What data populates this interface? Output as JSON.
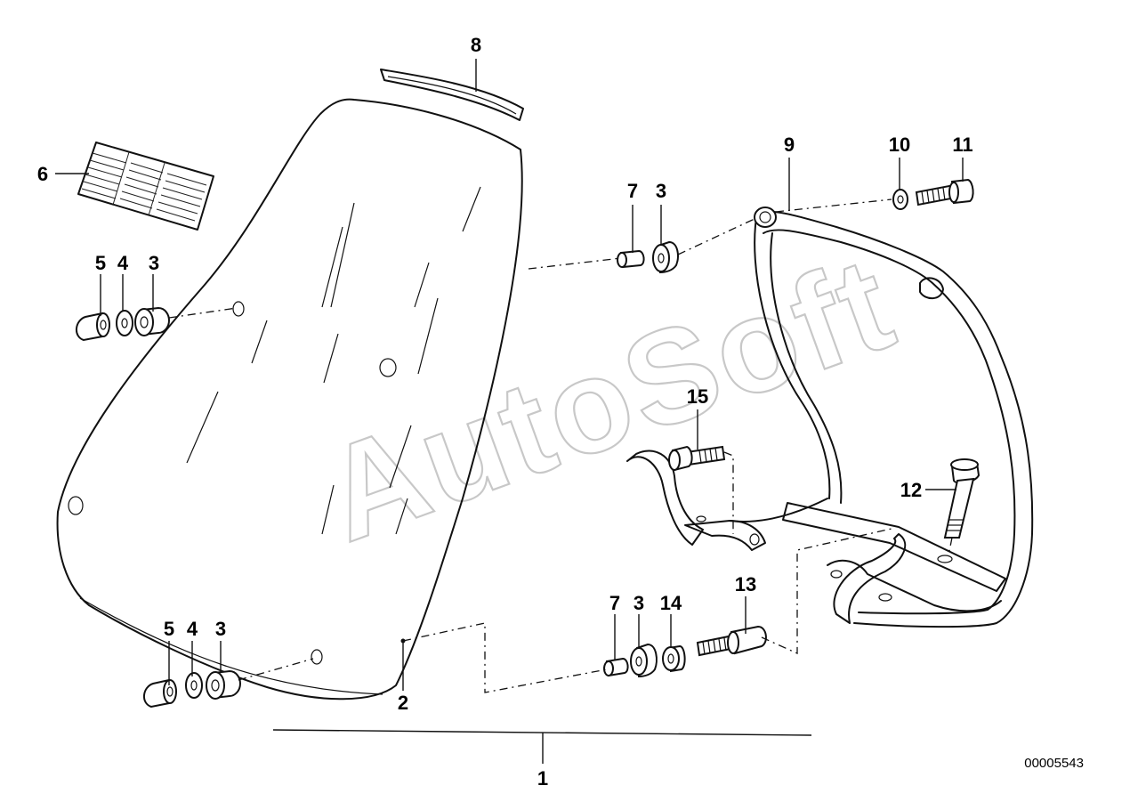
{
  "diagram_number": "00005543",
  "watermark": "AutoSoft",
  "callouts": {
    "c1": "1",
    "c2": "2",
    "c3a": "3",
    "c3b": "3",
    "c3c": "3",
    "c3d": "3",
    "c4a": "4",
    "c4b": "4",
    "c5a": "5",
    "c5b": "5",
    "c6": "6",
    "c7a": "7",
    "c7b": "7",
    "c8": "8",
    "c9": "9",
    "c10": "10",
    "c11": "11",
    "c12": "12",
    "c13": "13",
    "c14": "14",
    "c15": "15"
  }
}
